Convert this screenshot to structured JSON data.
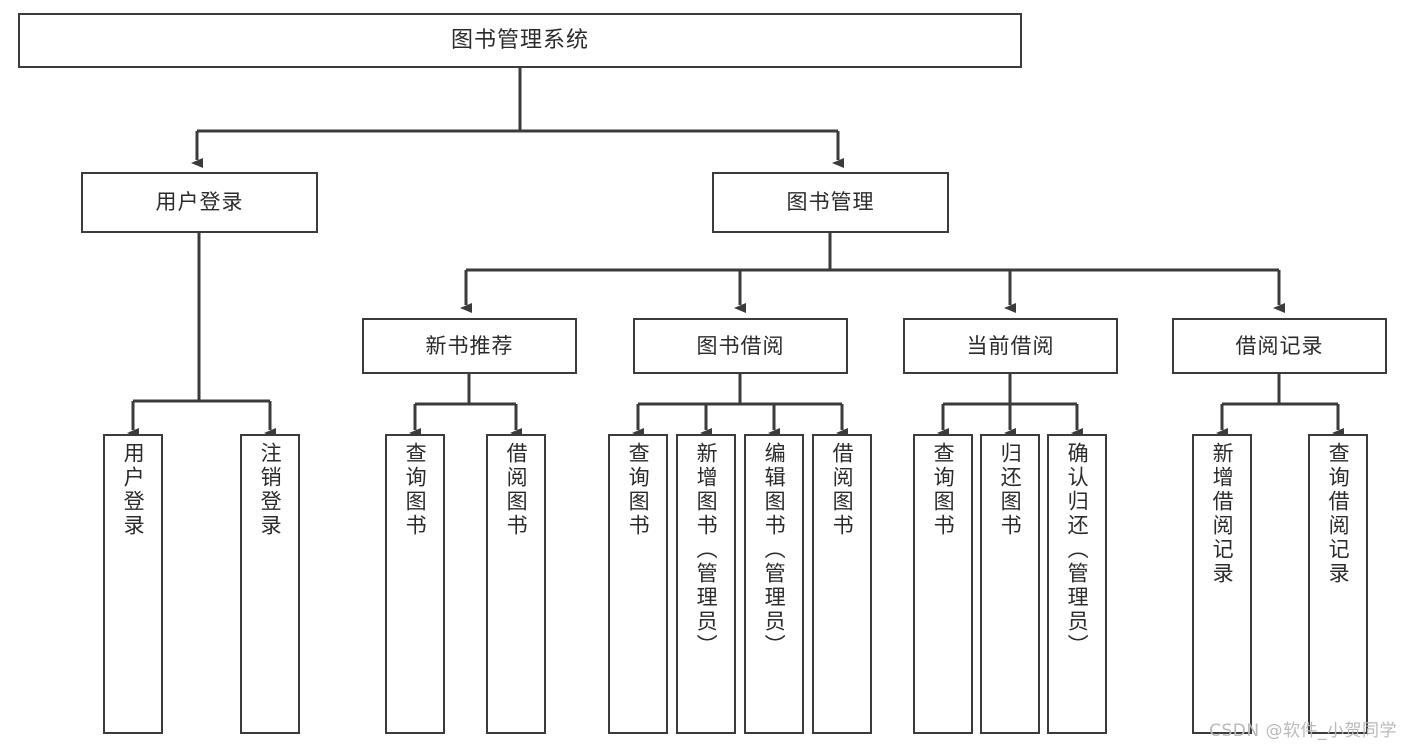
{
  "diagram": {
    "title": "图书管理系统",
    "watermark": "CSDN @软件_小贺同学",
    "line_color": "#3b3b3b",
    "box_fill": "#ffffff",
    "text_color": "#2b2b2b",
    "nodes": {
      "root": {
        "label": "图书管理系统"
      },
      "level2": [
        {
          "id": "user-login",
          "label": "用户登录"
        },
        {
          "id": "book-manage",
          "label": "图书管理"
        }
      ],
      "level3": [
        {
          "id": "new-book-recommend",
          "label": "新书推荐"
        },
        {
          "id": "book-borrow",
          "label": "图书借阅"
        },
        {
          "id": "current-borrow",
          "label": "当前借阅"
        },
        {
          "id": "borrow-record",
          "label": "借阅记录"
        }
      ],
      "leaves": {
        "user_login": [
          {
            "id": "leaf-user-login",
            "label": "用户登录"
          },
          {
            "id": "leaf-user-logout",
            "label": "注销登录"
          }
        ],
        "new_book_recommend": [
          {
            "id": "leaf-query-book-1",
            "label": "查询图书"
          },
          {
            "id": "leaf-borrow-book-1",
            "label": "借阅图书"
          }
        ],
        "book_borrow": [
          {
            "id": "leaf-query-book-2",
            "label": "查询图书"
          },
          {
            "id": "leaf-add-book",
            "label": "新增图书（管理员）"
          },
          {
            "id": "leaf-edit-book",
            "label": "编辑图书（管理员）"
          },
          {
            "id": "leaf-borrow-book-2",
            "label": "借阅图书"
          }
        ],
        "current_borrow": [
          {
            "id": "leaf-query-book-3",
            "label": "查询图书"
          },
          {
            "id": "leaf-return-book",
            "label": "归还图书"
          },
          {
            "id": "leaf-confirm-return",
            "label": "确认归还（管理员）"
          }
        ],
        "borrow_record": [
          {
            "id": "leaf-add-record",
            "label": "新增借阅记录"
          },
          {
            "id": "leaf-query-record",
            "label": "查询借阅记录"
          }
        ]
      }
    }
  }
}
